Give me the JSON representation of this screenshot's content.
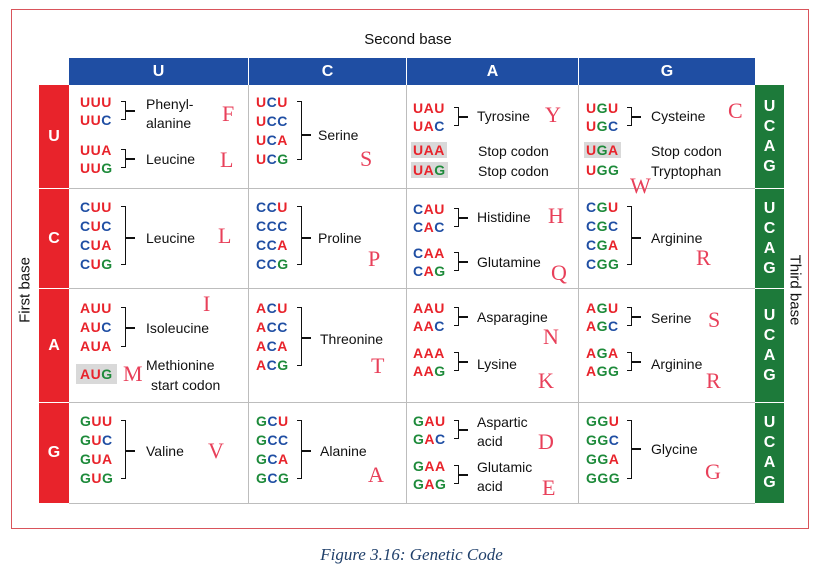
{
  "titles": {
    "second_base": "Second base",
    "first_base": "First base",
    "third_base": "Third base"
  },
  "caption": "Figure 3.16: Genetic Code",
  "column_headers": [
    "U",
    "C",
    "A",
    "G"
  ],
  "row_headers": [
    "U",
    "C",
    "A",
    "G"
  ],
  "third_base_letters": [
    "U",
    "C",
    "A",
    "G"
  ],
  "colors": {
    "second_base_header": "#1f4ea3",
    "first_base_header": "#e8232b",
    "third_base_header": "#1d7a3a",
    "letter_annotation": "#e8405a",
    "highlight": "#d9d9d9"
  },
  "cells": {
    "UU": {
      "codons": [
        "UUU",
        "UUC",
        "UUA",
        "UUG"
      ],
      "labels": [
        "Phenyl-",
        "alanine",
        "Leucine"
      ],
      "letters": [
        "F",
        "L"
      ]
    },
    "UC": {
      "codons": [
        "UCU",
        "UCC",
        "UCA",
        "UCG"
      ],
      "labels": [
        "Serine"
      ],
      "letters": [
        "S"
      ]
    },
    "UA": {
      "codons": [
        "UAU",
        "UAC",
        "UAA",
        "UAG"
      ],
      "labels": [
        "Tyrosine",
        "Stop codon",
        "Stop codon"
      ],
      "letters": [
        "Y"
      ]
    },
    "UG": {
      "codons": [
        "UGU",
        "UGC",
        "UGA",
        "UGG"
      ],
      "labels": [
        "Cysteine",
        "Stop codon",
        "Tryptophan"
      ],
      "letters": [
        "C",
        "W"
      ]
    },
    "CU": {
      "codons": [
        "CUU",
        "CUC",
        "CUA",
        "CUG"
      ],
      "labels": [
        "Leucine"
      ],
      "letters": [
        "L"
      ]
    },
    "CC": {
      "codons": [
        "CCU",
        "CCC",
        "CCA",
        "CCG"
      ],
      "labels": [
        "Proline"
      ],
      "letters": [
        "P"
      ]
    },
    "CA": {
      "codons": [
        "CAU",
        "CAC",
        "CAA",
        "CAG"
      ],
      "labels": [
        "Histidine",
        "Glutamine"
      ],
      "letters": [
        "H",
        "Q"
      ]
    },
    "CG": {
      "codons": [
        "CGU",
        "CGC",
        "CGA",
        "CGG"
      ],
      "labels": [
        "Arginine"
      ],
      "letters": [
        "R"
      ]
    },
    "AU": {
      "codons": [
        "AUU",
        "AUC",
        "AUA",
        "AUG"
      ],
      "labels": [
        "Isoleucine",
        "Methionine",
        "start codon"
      ],
      "letters": [
        "I",
        "M"
      ]
    },
    "AC": {
      "codons": [
        "ACU",
        "ACC",
        "ACA",
        "ACG"
      ],
      "labels": [
        "Threonine"
      ],
      "letters": [
        "T"
      ]
    },
    "AA": {
      "codons": [
        "AAU",
        "AAC",
        "AAA",
        "AAG"
      ],
      "labels": [
        "Asparagine",
        "Lysine"
      ],
      "letters": [
        "N",
        "K"
      ]
    },
    "AG": {
      "codons": [
        "AGU",
        "AGC",
        "AGA",
        "AGG"
      ],
      "labels": [
        "Serine",
        "Arginine"
      ],
      "letters": [
        "S",
        "R"
      ]
    },
    "GU": {
      "codons": [
        "GUU",
        "GUC",
        "GUA",
        "GUG"
      ],
      "labels": [
        "Valine"
      ],
      "letters": [
        "V"
      ]
    },
    "GC": {
      "codons": [
        "GCU",
        "GCC",
        "GCA",
        "GCG"
      ],
      "labels": [
        "Alanine"
      ],
      "letters": [
        "A"
      ]
    },
    "GA": {
      "codons": [
        "GAU",
        "GAC",
        "GAA",
        "GAG"
      ],
      "labels": [
        "Aspartic",
        "acid",
        "Glutamic",
        "acid"
      ],
      "letters": [
        "D",
        "E"
      ]
    },
    "GG": {
      "codons": [
        "GGU",
        "GGC",
        "GGA",
        "GGG"
      ],
      "labels": [
        "Glycine"
      ],
      "letters": [
        "G"
      ]
    }
  }
}
